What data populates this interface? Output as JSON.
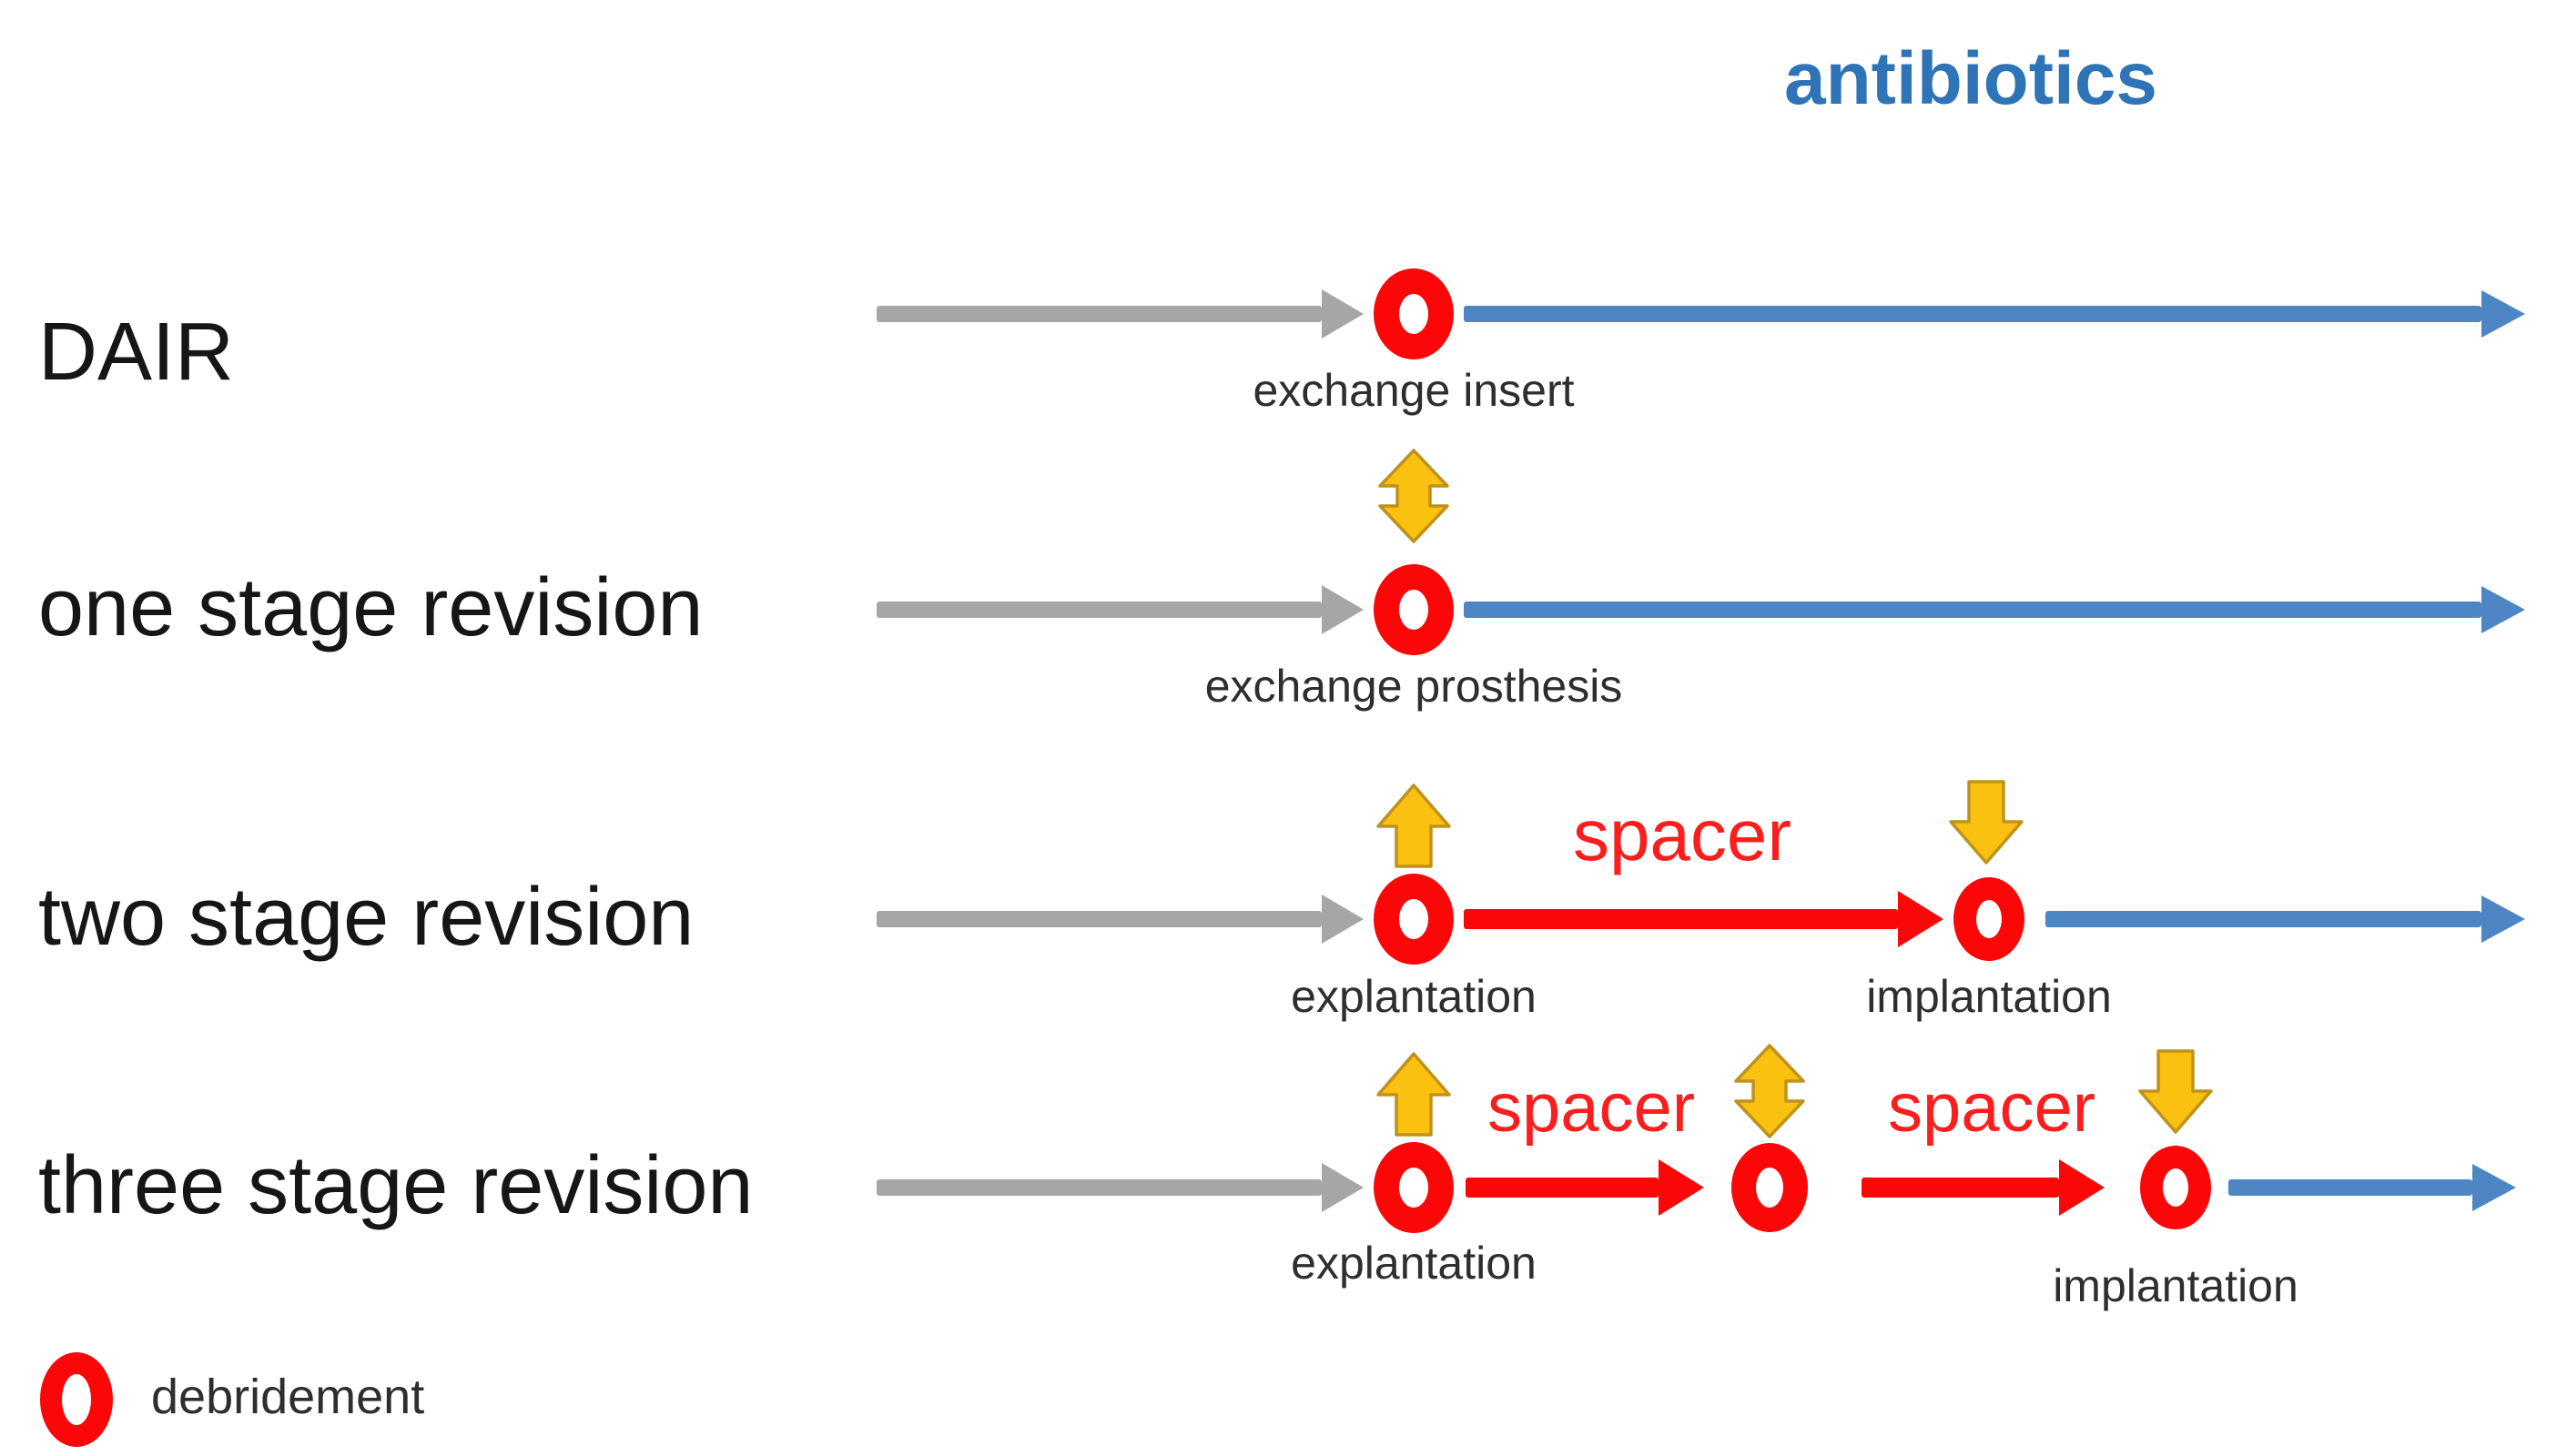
{
  "title": "antibiotics",
  "legend": {
    "label": "debridement"
  },
  "colors": {
    "title_blue": "#2E74B6",
    "antibiotics_arrow_blue": "#4E86C4",
    "pre_treatment_arrow_gray": "#A6A6A6",
    "debridement_red": "#FB0707",
    "spacer_text_red": "#FC1D1D",
    "exchange_arrow_yellow_fill": "#FBC110",
    "exchange_arrow_yellow_stroke": "#BF921B",
    "label_black": "#161616"
  },
  "rows": [
    {
      "label": "DAIR",
      "event1": "exchange insert"
    },
    {
      "label": "one stage revision",
      "event1": "exchange prosthesis"
    },
    {
      "label": "two stage revision",
      "event1": "explantation",
      "spacer1": "spacer",
      "event2": "implantation"
    },
    {
      "label": "three stage revision",
      "event1": "explantation",
      "spacer1": "spacer",
      "spacer2": "spacer",
      "event2": "implantation"
    }
  ]
}
